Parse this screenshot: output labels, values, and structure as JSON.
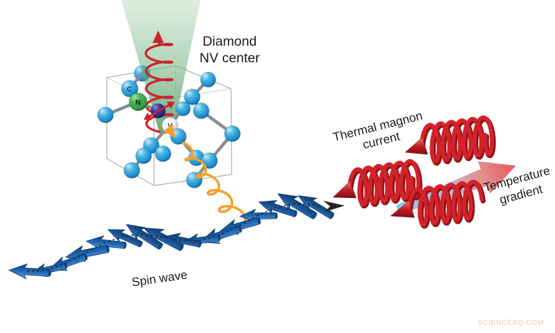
{
  "figure": {
    "labels": {
      "diamond_nv": {
        "line1": "Diamond",
        "line2": "NV center"
      },
      "thermal_magnon": {
        "line1": "Thermal magnon",
        "line2": "current"
      },
      "temperature_gradient": {
        "line1": "Temperature",
        "line2": "gradient"
      },
      "spin_wave": "Spin wave"
    },
    "atom_labels": {
      "carbon": "C",
      "nitrogen": "N",
      "vacancy": "V"
    },
    "watermark": "SCIENCEAQ.COM",
    "colors": {
      "background": "#ffffff",
      "text": "#1a1a1a",
      "watermark": "#f2bdb8",
      "carbon_sphere": "#1e8fcc",
      "nitrogen_sphere": "#2e9e44",
      "nv_spin_sphere": "#23267a",
      "vacancy_sphere": "#eef0f2",
      "bond_gray": "#878d93",
      "wireframe_gray": "#9aa0a6",
      "laser_cone_green": "#4f9c66",
      "photon_wave_red": "#c8252c",
      "spin_flip_arrow_red": "#d0202a",
      "microwave_orange": "#f5a02c",
      "spin_wave_blue": "#1d64af",
      "magnon_red": "#d2222a",
      "magnon_red_dark": "#8d1117",
      "gradient_cold_blue": "#7ec6ef",
      "gradient_hot_red": "#e64a50",
      "propagation_arrow_black": "#2b2118"
    }
  }
}
